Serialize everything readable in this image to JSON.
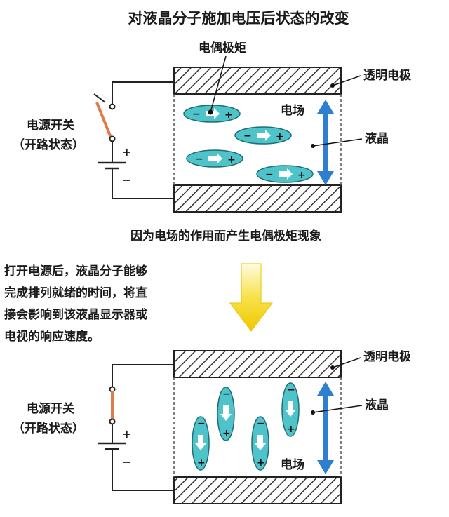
{
  "title": "对液晶分子施加电压后状态的改变",
  "top": {
    "dipole_label": "电偶极矩",
    "electrode_label": "透明电极",
    "field_label": "电场",
    "lc_label": "液晶",
    "switch_label_line1": "电源开关",
    "switch_label_line2": "（开路状态）",
    "plus": "+",
    "minus": "−"
  },
  "caption": "因为电场的作用而产生电偶极矩现象",
  "note_lines": [
    "打开电源后，液晶分子能够",
    "完成排列就绪的时间，将直",
    "接会影响到该液晶显示器或",
    "电视的响应速度。"
  ],
  "bottom": {
    "electrode_label": "透明电极",
    "lc_label": "液晶",
    "field_label": "电场",
    "switch_label_line1": "电源开关",
    "switch_label_line2": "（开路状态）",
    "plus": "+",
    "minus": "−"
  },
  "colors": {
    "molecule_fill": "#4ec3c9",
    "molecule_stroke": "#1d6e78",
    "field_arrow": "#2f7fd0",
    "switch_wire": "#e07a4a",
    "flow_arrow": "#f2d21a"
  }
}
